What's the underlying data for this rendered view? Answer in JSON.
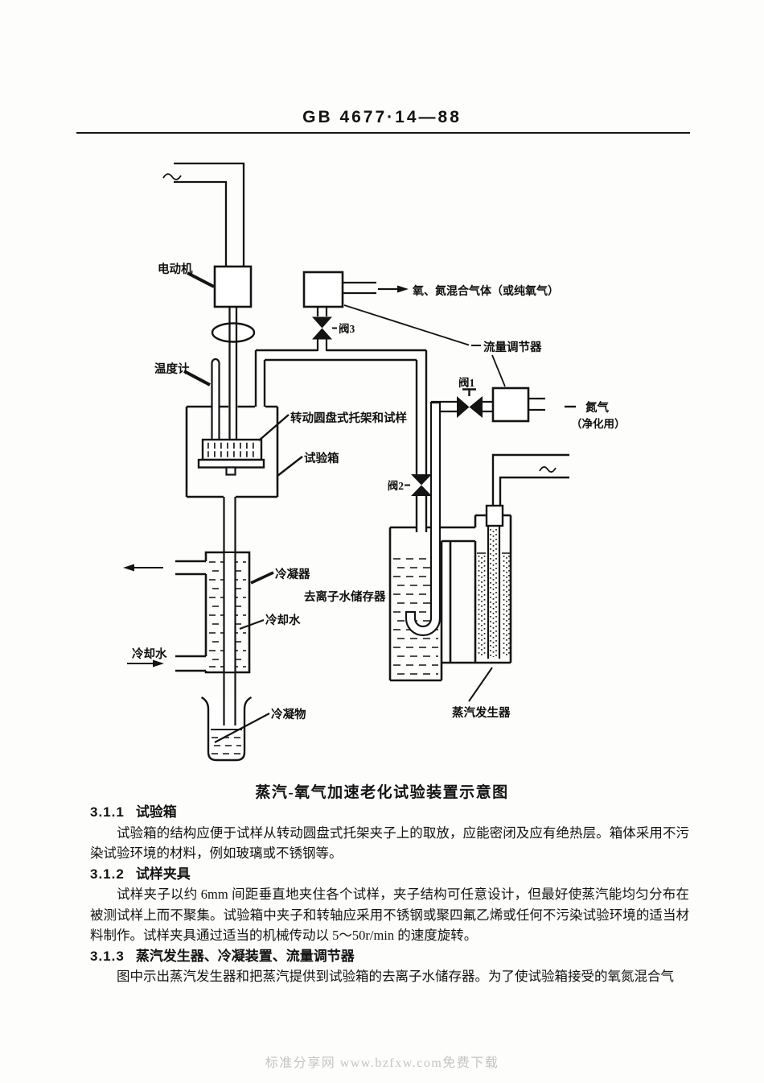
{
  "header": {
    "doc_number": "GB 4677·14—88"
  },
  "diagram": {
    "caption": "蒸汽-氧气加速老化试验装置示意图",
    "labels": {
      "motor": "电动机",
      "thermometer": "温度计",
      "rotating_holder": "转动圆盘式托架和试样",
      "test_chamber": "试验箱",
      "valve3": "阀3",
      "gas_mixture": "氧、氮混合气体（或纯氧气）",
      "flow_regulator": "流量调节器",
      "valve1": "阀1",
      "nitrogen": "氮气",
      "nitrogen_note": "（净化用）",
      "valve2": "阀2",
      "condenser": "冷凝器",
      "di_water_reservoir": "去离子水储存器",
      "cooling_water_inner": "冷却水",
      "cooling_water_left": "冷却水",
      "condensate": "冷凝物",
      "steam_generator": "蒸汽发生器"
    }
  },
  "sections": [
    {
      "number": "3.1.1",
      "title": "试验箱",
      "body": "试验箱的结构应便于试样从转动圆盘式托架夹子上的取放，应能密闭及应有绝热层。箱体采用不污染试验环境的材料，例如玻璃或不锈钢等。"
    },
    {
      "number": "3.1.2",
      "title": "试样夹具",
      "body": "试样夹子以约 6mm 间距垂直地夹住各个试样，夹子结构可任意设计，但最好使蒸汽能均匀分布在被测试样上而不聚集。试验箱中夹子和转轴应采用不锈钢或聚四氟乙烯或任何不污染试验环境的适当材料制作。试样夹具通过适当的机械传动以 5～50r/min 的速度旋转。"
    },
    {
      "number": "3.1.3",
      "title": "蒸汽发生器、冷凝装置、流量调节器",
      "body": "图中示出蒸汽发生器和把蒸汽提供到试验箱的去离子水储存器。为了使试验箱接受的氧氮混合气"
    }
  ],
  "footer": {
    "watermark": "标准分享网 www.bzfxw.com免费下载"
  }
}
